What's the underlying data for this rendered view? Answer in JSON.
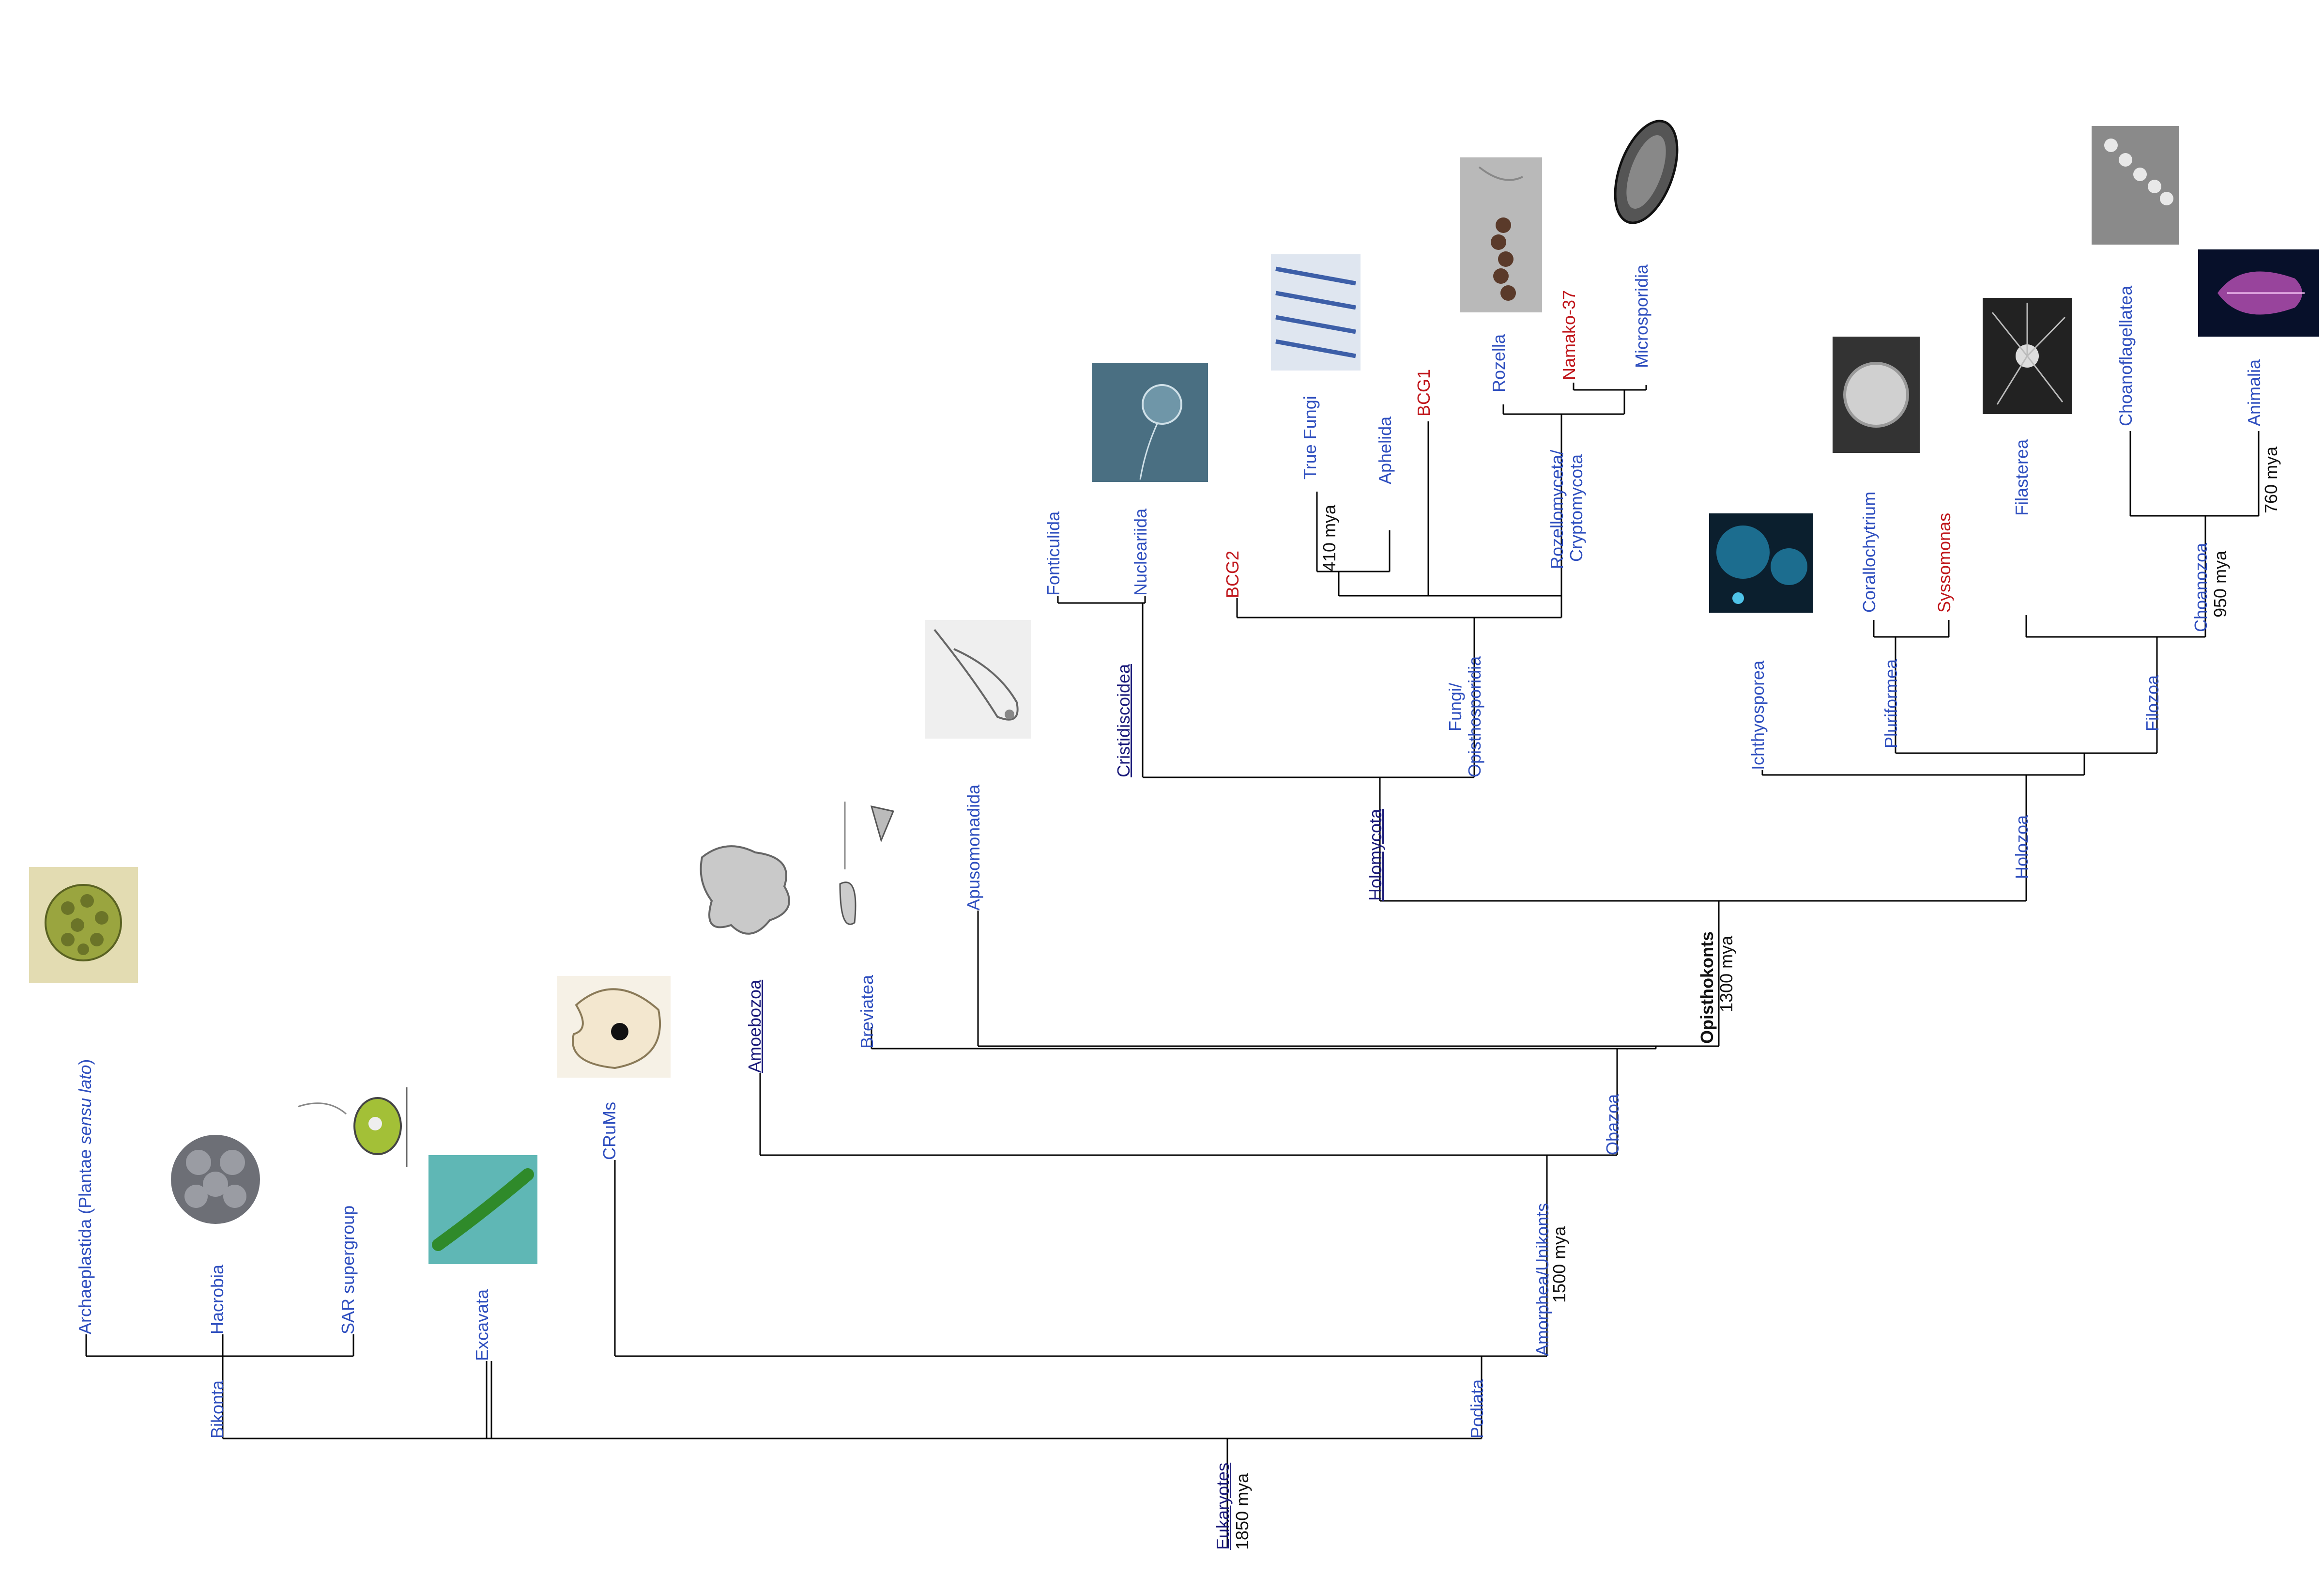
{
  "labels": {
    "archaeplastida_a": "Archaeplastida (Plantae ",
    "archaeplastida_i": "sensu lato",
    "archaeplastida_b": ")",
    "hacrobia": "Hacrobia",
    "sar": "SAR supergroup",
    "excavata": "Excavata",
    "bikonta": "Bikonta",
    "crums": "CRuMs",
    "amoebozoa": "Amoebozoa",
    "breviatea": "Breviatea",
    "apusomonadida": "Apusomonadida",
    "obazoa": "Obazoa",
    "amorphea": "Amorphea/Unikonts",
    "podiata": "Podiata",
    "eukaryotes": "Eukaryotes",
    "opisthokonts": "Opisthokonts",
    "holomycota": "Holomycota",
    "holozoa": "Holozoa",
    "cristidiscoidea": "Cristidiscoidea",
    "fonticulida": "Fonticulida",
    "nucleariida": "Nucleariida",
    "fungi_1": "Fungi/",
    "fungi_2": "Opisthosporidia",
    "bcg2": "BCG2",
    "true_fungi": "True Fungi",
    "aphelida": "Aphelida",
    "bcg1": "BCG1",
    "rozello_1": "Rozellomyceta/",
    "rozello_2": "Cryptomycota",
    "rozella": "Rozella",
    "namako": "Namako-37",
    "microsporidia": "Microsporidia",
    "ichthyosporea": "Ichthyosporea",
    "pluriformea": "Pluriformea",
    "corallochytrium": "Corallochytrium",
    "syssomonas": "Syssomonas",
    "filozoa": "Filozoa",
    "filasterea": "Filasterea",
    "choanozoa": "Choanozoa",
    "choanoflagellatea": "Choanoflagellatea",
    "animalia": "Animalia"
  },
  "dates": {
    "eukaryotes": "1850 mya",
    "amorphea": "1500 mya",
    "opisthokonts": "1300 mya",
    "true_fungi": "410 mya",
    "choanozoa": "950 mya",
    "animalia": "760 mya"
  },
  "colors": {
    "clade_label": "#2f4fbf",
    "environmental_clade": "#c0171c",
    "major_clade": "#1a1a7a",
    "branch_line": "#000000"
  }
}
